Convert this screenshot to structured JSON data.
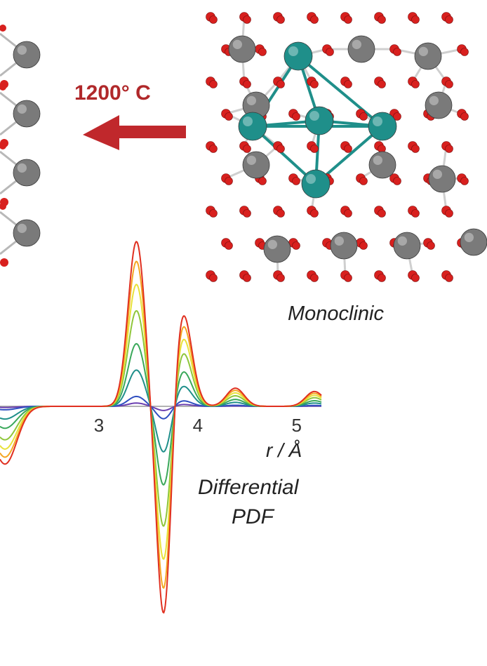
{
  "arrow_label": "1200° C",
  "phase_label": "Monoclinic",
  "axis_unit_label": "r / Å",
  "plot_label_line1": "Differential",
  "plot_label_line2": "PDF",
  "colors": {
    "arrow": "#c0282c",
    "oxygen": "#d8201e",
    "metal_gray": "#7a7a7a",
    "dopant_teal": "#1f8f8a",
    "series": [
      "#6a3fb0",
      "#2f4fc0",
      "#1f8f8a",
      "#3aa85a",
      "#8fc63a",
      "#e8e23a",
      "#f5a623",
      "#e03020"
    ]
  },
  "chart_data": {
    "type": "line",
    "title": "",
    "xlabel": "r / Å",
    "ylabel": "",
    "xlim": [
      2.0,
      5.25
    ],
    "ticks": [
      "3",
      "4",
      "5"
    ],
    "tick_values": [
      3,
      4,
      5
    ],
    "peaks": [
      {
        "r": 3.38,
        "sigma": 0.085,
        "amp": 1.0
      },
      {
        "r": 3.66,
        "sigma": 0.075,
        "amp": -1.35
      },
      {
        "r": 3.84,
        "sigma": 0.095,
        "amp": 0.6
      },
      {
        "r": 4.38,
        "sigma": 0.09,
        "amp": 0.11
      },
      {
        "r": 5.18,
        "sigma": 0.09,
        "amp": 0.09
      },
      {
        "r": 2.05,
        "sigma": 0.12,
        "amp": -0.35
      }
    ],
    "series_scales": [
      0.02,
      0.06,
      0.22,
      0.38,
      0.58,
      0.74,
      0.88,
      1.0
    ]
  }
}
